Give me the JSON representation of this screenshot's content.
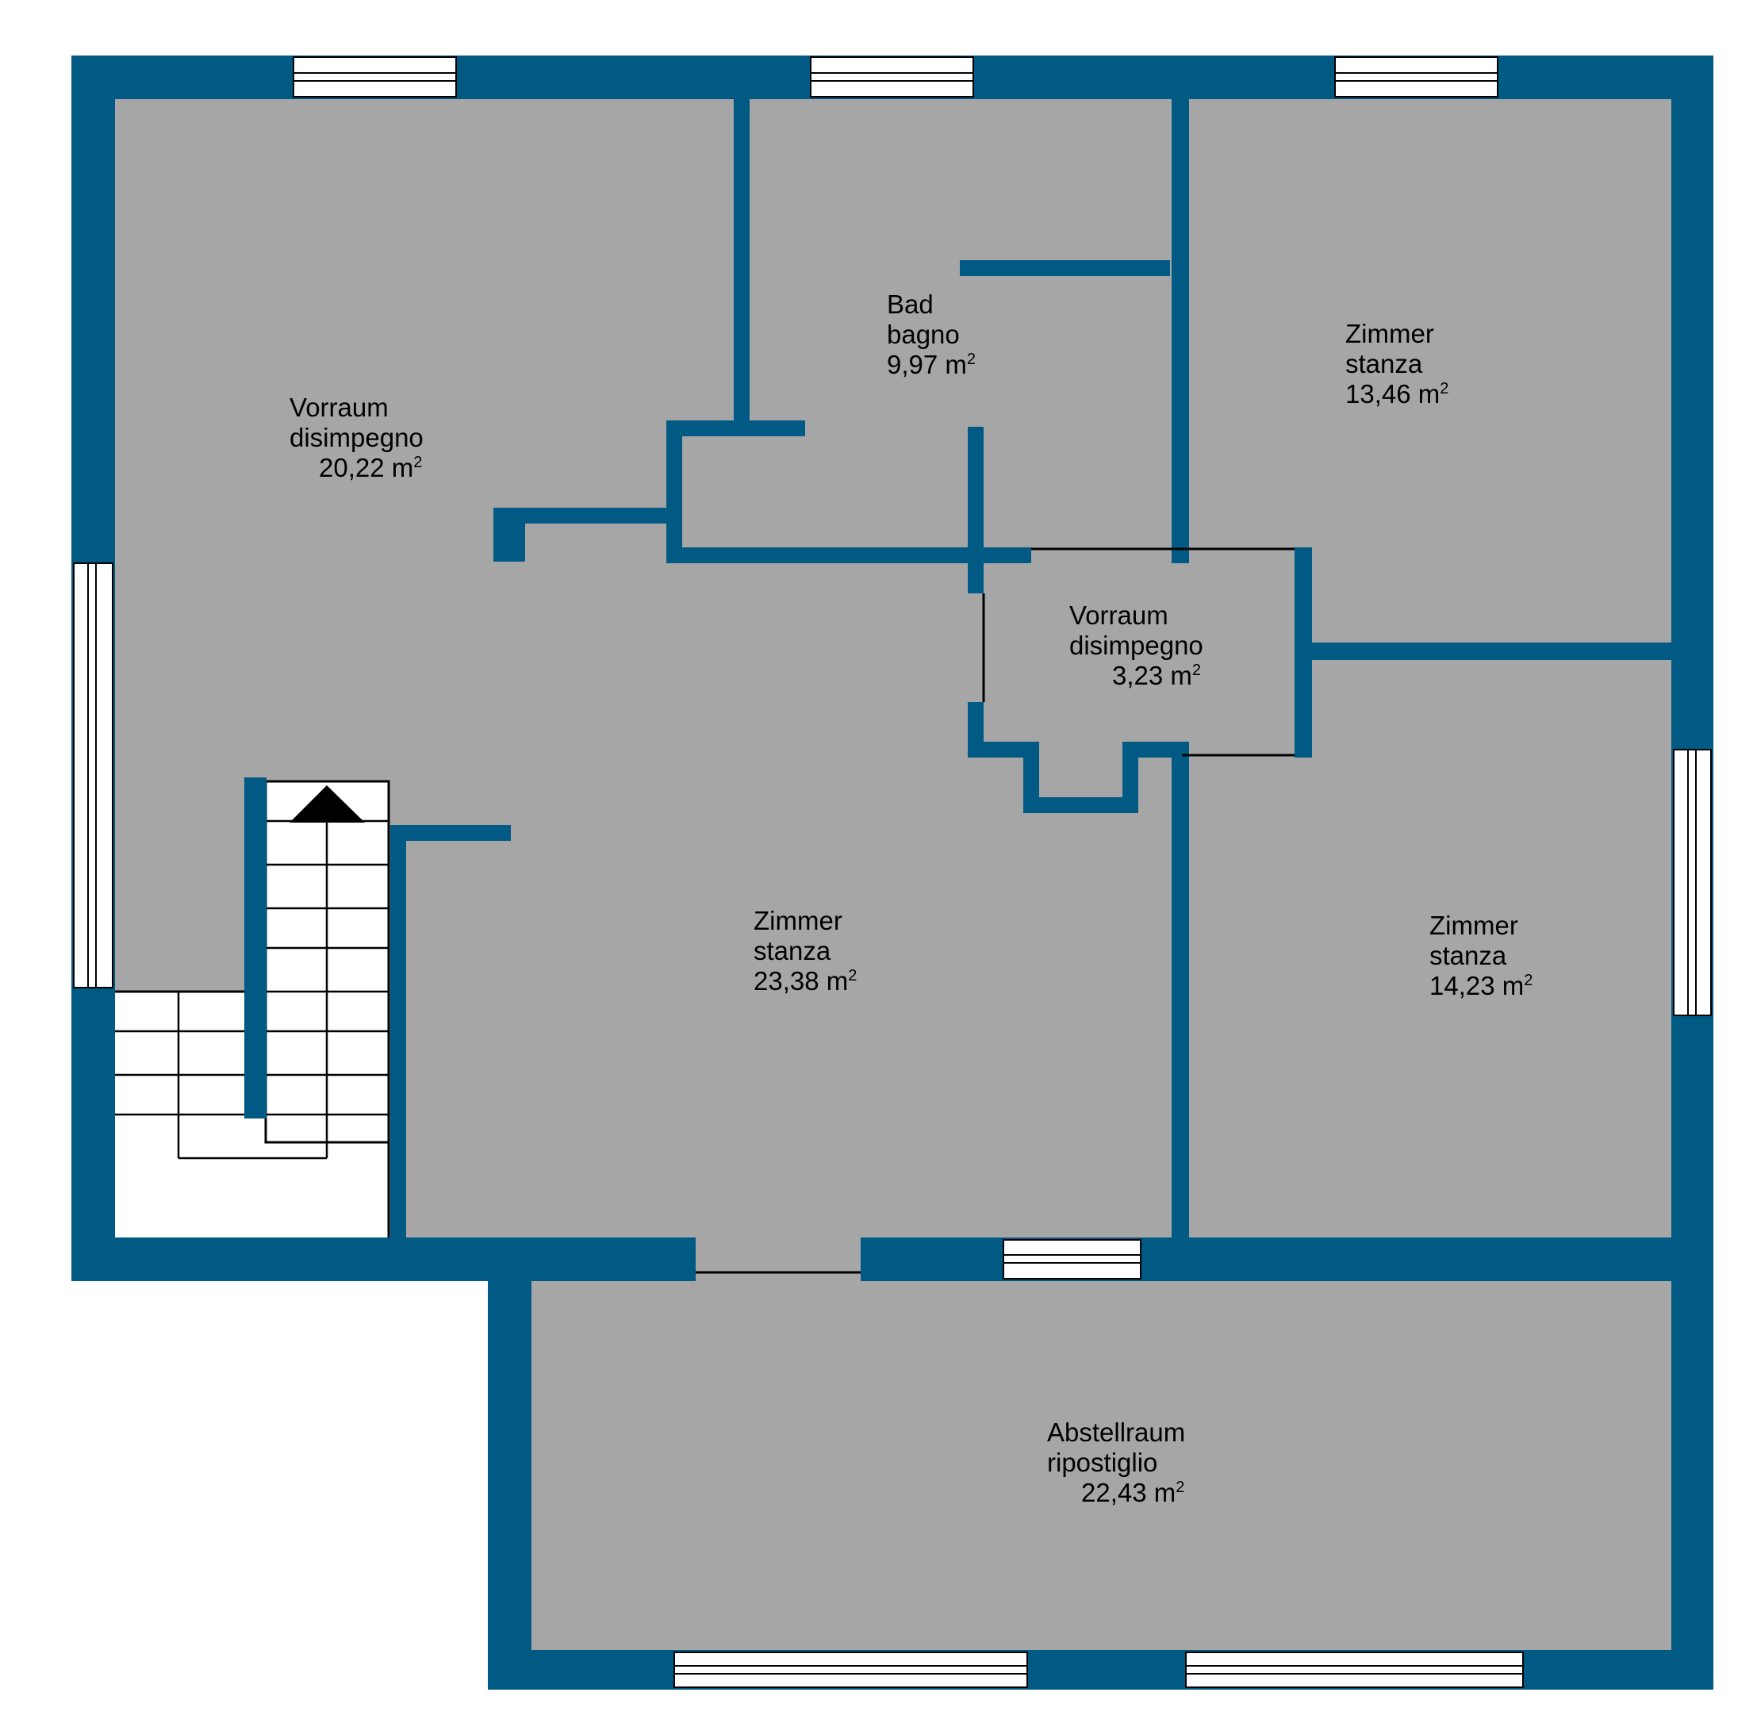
{
  "plan": {
    "wall_color": "#005a83",
    "floor_color": "#a6a6a6",
    "window_color": "#ffffff",
    "stair_color": "#ffffff",
    "rooms": [
      {
        "id": "vorraum-1",
        "name_de": "Vorraum",
        "name_it": "disimpegno",
        "area": "20,22 m",
        "area_sup": "2"
      },
      {
        "id": "bad",
        "name_de": "Bad",
        "name_it": "bagno",
        "area": "9,97 m",
        "area_sup": "2"
      },
      {
        "id": "zimmer-ne",
        "name_de": "Zimmer",
        "name_it": "stanza",
        "area": "13,46 m",
        "area_sup": "2"
      },
      {
        "id": "vorraum-2",
        "name_de": "Vorraum",
        "name_it": "disimpegno",
        "area": "3,23 m",
        "area_sup": "2"
      },
      {
        "id": "zimmer-center",
        "name_de": "Zimmer",
        "name_it": "stanza",
        "area": "23,38 m",
        "area_sup": "2"
      },
      {
        "id": "zimmer-e",
        "name_de": "Zimmer",
        "name_it": "stanza",
        "area": "14,23 m",
        "area_sup": "2"
      },
      {
        "id": "abstellraum",
        "name_de": "Abstellraum",
        "name_it": "ripostiglio",
        "area": "22,43 m",
        "area_sup": "2"
      }
    ]
  }
}
